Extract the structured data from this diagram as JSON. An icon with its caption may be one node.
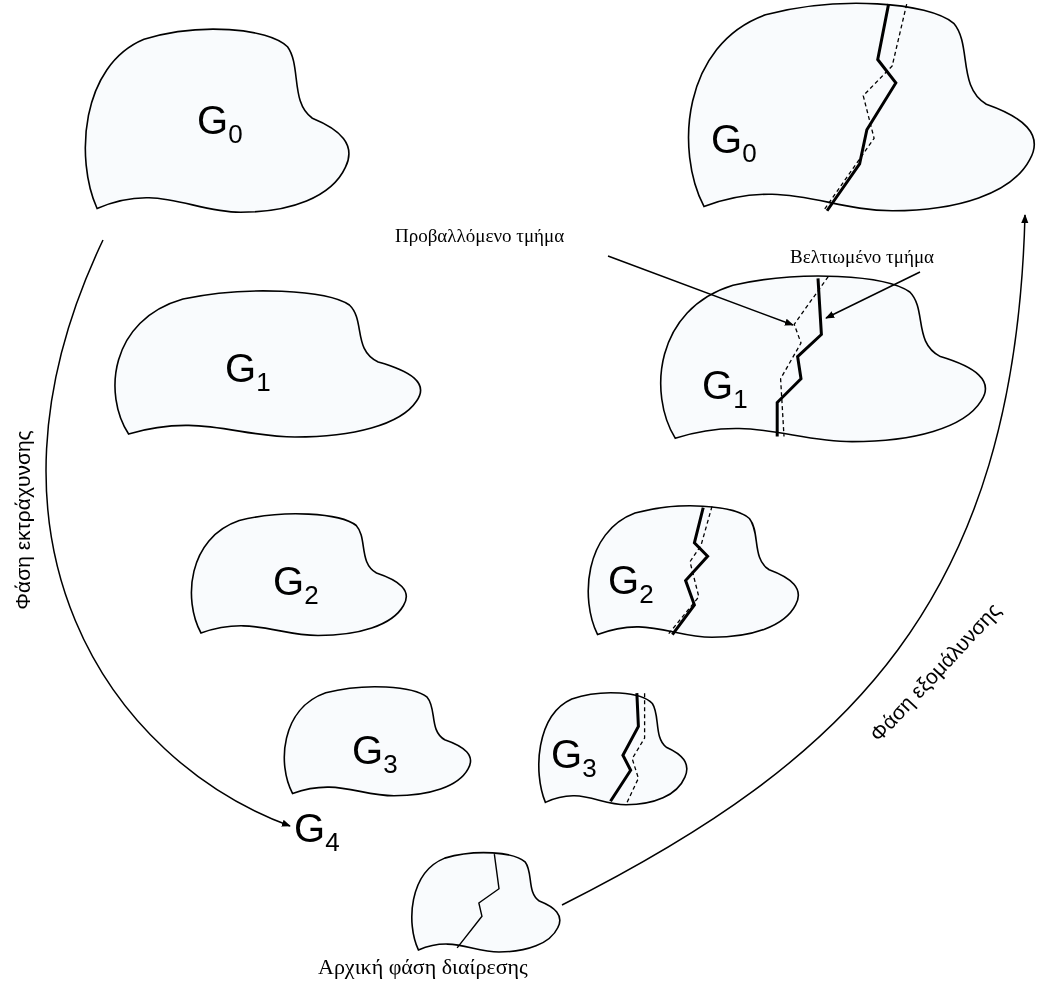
{
  "diagram": {
    "nodes": [
      {
        "text": [
          "G$_{0}$"
        ]
      },
      {
        "text": [
          "G$_{1}$"
        ]
      },
      {
        "text": [
          "G$_{2}$"
        ]
      },
      {
        "text": [
          "G$_{3}$"
        ]
      },
      {
        "text": [
          "G$_{4}$"
        ]
      },
      {
        "text": [
          "G$_{3}$"
        ]
      },
      {
        "text": [
          "G$_{2}$"
        ]
      },
      {
        "text": [
          "G$_{1}$"
        ]
      },
      {
        "text": [
          "G$_{0}$"
        ]
      },
      {
        "text": [
          "Προβαλλόμενο τμήμα"
        ]
      },
      {
        "text": [
          "Βελτιωμένο τμήμα"
        ]
      }
    ],
    "edges": [
      {
        "from": 0,
        "to": 4,
        "arrow": "to",
        "label": "Φάση εκτράχυνσης"
      },
      {
        "from": 4,
        "to": 8,
        "arrow": "to",
        "label": "Φάση εξομάλυνσης"
      },
      {
        "from": 9,
        "to": 7,
        "arrow": "to"
      },
      {
        "from": 10,
        "to": 7,
        "arrow": "to"
      }
    ],
    "labels": [
      "Αρχική φάση διαίρεσης"
    ]
  }
}
